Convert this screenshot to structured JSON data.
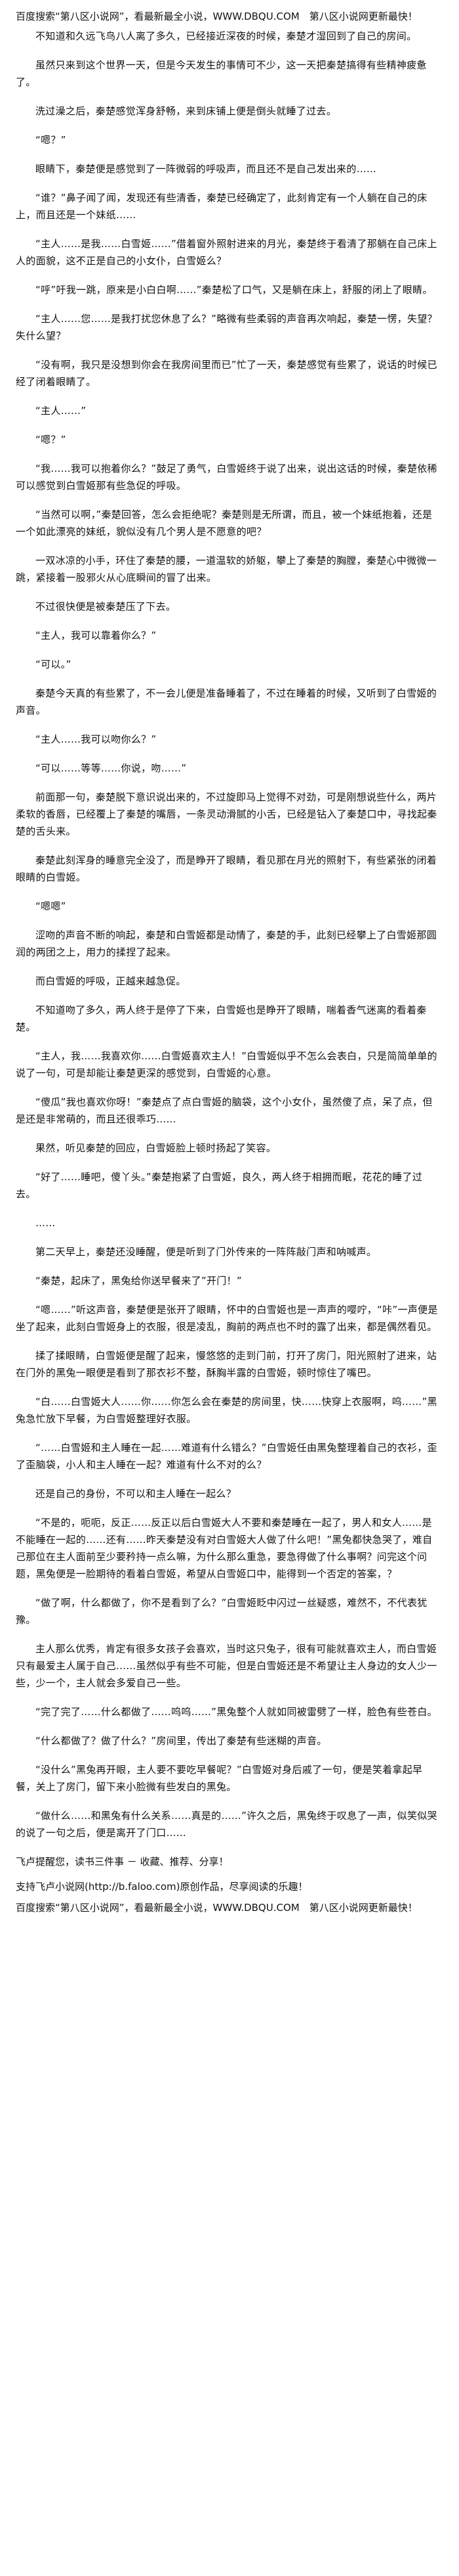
{
  "header_banner": "百度搜索“第八区小说网”，看最新最全小说，WWW.DBQU.COM　第八区小说网更新最快！",
  "paragraphs": [
    "不知道和久远飞鸟八人离了多久，已经接近深夜的时候，秦楚才湿回到了自己的房间。",
    "虽然只来到这个世界一天，但是今天发生的事情可不少，这一天把秦楚搞得有些精神疲惫了。",
    "洗过澡之后，秦楚感觉浑身舒畅，来到床铺上便是倒头就睡了过去。",
    "“嗯？”",
    "眼睛下，秦楚便是感觉到了一阵微弱的呼吸声，而且还不是自己发出来的……",
    "“谁？”鼻子闻了闻，发现还有些清香，秦楚已经确定了，此刻肯定有一个人躺在自己的床上，而且还是一个妹纸……",
    "“主人……是我……白雪姬……”借着窗外照射进来的月光，秦楚终于看清了那躺在自己床上人的面貌，这不正是自己的小女仆，白雪姬么？",
    "“呼”吁我一跳，原来是小白白啊……”秦楚松了口气，又是躺在床上，舒服的闭上了眼睛。",
    "“主人……您……是我打扰您休息了么？”略微有些柔弱的声音再次响起，秦楚一愣，失望？失什么望？",
    "“没有啊，我只是没想到你会在我房间里而已”忙了一天，秦楚感觉有些累了，说话的时候已经了闭着眼睛了。",
    "“主人……”",
    "“嗯？”",
    "“我……我可以抱着你么？”鼓足了勇气，白雪姬终于说了出来，说出这话的时候，秦楚依稀可以感觉到白雪姬那有些急促的呼吸。",
    "“当然可以啊，”秦楚回答，怎么会拒绝呢？秦楚则是无所谓，而且，被一个妹纸抱着，还是一个如此漂亮的妹纸，貌似没有几个男人是不愿意的吧？",
    "一双冰凉的小手，环住了秦楚的腰，一道温软的娇躯，攀上了秦楚的胸膛，秦楚心中微微一跳，紧接着一股邪火从心底瞬间的冒了出来。",
    "不过很快便是被秦楚压了下去。",
    "“主人，我可以靠着你么？”",
    "“可以。”",
    "秦楚今天真的有些累了，不一会儿便是准备睡着了，不过在睡着的时候，又听到了白雪姬的声音。",
    "“主人……我可以吻你么？”",
    "“可以……等等……你说，吻……”",
    "前面那一句，秦楚脱下意识说出来的，不过旋即马上觉得不对劲，可是刚想说些什么，两片柔软的香唇，已经覆上了秦楚的嘴唇，一条灵动滑腻的小舌，已经是钻入了秦楚口中，寻找起秦楚的舌头来。",
    "秦楚此刻浑身的睡意完全没了，而是睁开了眼睛，看见那在月光的照射下，有些紧张的闭着眼睛的白雪姬。",
    "“嗯嗯”",
    "涩吻的声音不断的响起，秦楚和白雪姬都是动情了，秦楚的手，此刻已经攀上了白雪姬那圆润的两团之上，用力的揉捏了起来。",
    "而白雪姬的呼吸，正越来越急促。",
    "不知道吻了多久，两人终于是停了下来，白雪姬也是睁开了眼睛，喘着香气迷离的看着秦楚。",
    "“主人，我……我喜欢你……白雪姬喜欢主人！”白雪姬似乎不怎么会表白，只是简简单单的说了一句，可是却能让秦楚更深的感觉到，白雪姬的心意。",
    "“傻瓜”我也喜欢你呀！”秦楚点了点白雪姬的脑袋，这个小女仆，虽然傻了点，呆了点，但是还是非常萌的，而且还很乖巧……",
    "果然，听见秦楚的回应，白雪姬脸上顿时扬起了笑容。",
    "“好了……睡吧，傻丫头。”秦楚抱紧了白雪姬，良久，两人终于相拥而眠，花花的睡了过去。",
    "……",
    "第二天早上，秦楚还没睡醒，便是听到了门外传来的一阵阵敲门声和呐喊声。",
    "“秦楚，起床了，黑兔给你送早餐来了”开门！”",
    "“嗯……”听这声音，秦楚便是张开了眼睛，怀中的白雪姬也是一声声的嘤咛，“咔”一声便是坐了起来，此刻白雪姬身上的衣服，很是凌乱，胸前的两点也不时的露了出来，都是偶然看见。",
    "揉了揉眼睛，白雪姬便是醒了起来，慢悠悠的走到门前，打开了房门，阳光照射了进来，站在门外的黑兔一眼便是看到了那衣衫不整，酥胸半露的白雪姬，顿时惊住了嘴巴。",
    "“白……白雪姬大人……你……你怎么会在秦楚的房间里，快……快穿上衣服啊，呜……”黑兔急忙放下早餐，为白雪姬整理好衣服。",
    "“……白雪姬和主人睡在一起……难道有什么错么？”白雪姬任由黑兔整理着自己的衣衫，歪了歪脑袋，小人和主人睡在一起？难道有什么不对的么？",
    "还是自己的身份，不可以和主人睡在一起么？",
    "“不是的，呃呃，反正……反正以后白雪姬大人不要和秦楚睡在一起了，男人和女人……是不能睡在一起的……还有……昨天秦楚没有对白雪姬大人做了什么吧！”黑兔都快急哭了，难自己那位在主人面前至少要矜持一点么嘛，为什么那么重急，要急得做了什么事啊？问完这个问题，黑兔便是一脸期待的看着白雪姬，希望从白雪姬口中，能得到一个否定的答案，？",
    "“做了啊，什么都做了，你不是看到了么？”白雪姬眨中闪过一丝疑惑，难然不，不代表犹豫。",
    "主人那么优秀，肯定有很多女孩子会喜欢，当时这只兔子，很有可能就喜欢主人，而白雪姬只有最爱主人属于自己……虽然似乎有些不可能，但是白雪姬还是不希望让主人身边的女人少一些，少一个，主人就会多爱自己一些。",
    "“完了完了……什么都做了……呜呜……”黑兔整个人就如同被雷劈了一样，脸色有些苍白。",
    "“什么都做了？做了什么？”房间里，传出了秦楚有些迷糊的声音。",
    "“没什么”黑兔再开眼，主人要不要吃早餐呢？”白雪姬对身后戚了一句，便是笑着拿起早餐，关上了房门，留下来小脸微有些发白的黑兔。",
    "“做什么……和黑兔有什么关系……真是的……”许久之后，黑兔终于叹息了一声，似笑似哭的说了一句之后，便是离开了门口……"
  ],
  "closing_line": "飞卢提醒您，读书三件事 － 收藏、推荐、分享！",
  "support_line": "支持飞卢小说网(http://b.faloo.com)原创作品，尽享阅读的乐趣！",
  "footer_banner": "百度搜索“第八区小说网”，看最新最全小说，WWW.DBQU.COM　第八区小说网更新最快！"
}
